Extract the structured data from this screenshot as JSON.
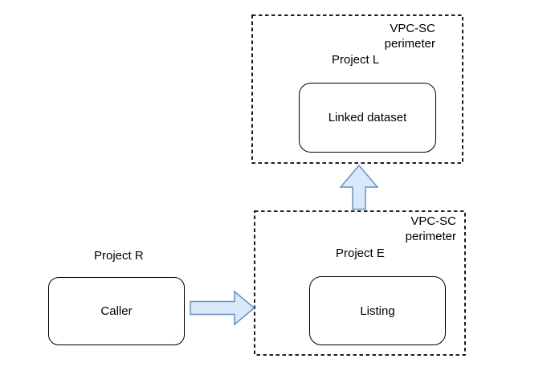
{
  "top_perimeter": {
    "label_line1": "VPC-SC",
    "label_line2": "perimeter",
    "project_label": "Project L",
    "node_label": "Linked dataset"
  },
  "bottom_perimeter": {
    "label_line1": "VPC-SC",
    "label_line2": "perimeter",
    "project_label": "Project E",
    "node_label": "Listing"
  },
  "caller_group": {
    "project_label": "Project R",
    "node_label": "Caller"
  },
  "colors": {
    "background": "#ffffff",
    "text": "#000000",
    "line": "#000000",
    "arrow_fill": "#dae8fc",
    "arrow_stroke": "#6c8ebf"
  }
}
